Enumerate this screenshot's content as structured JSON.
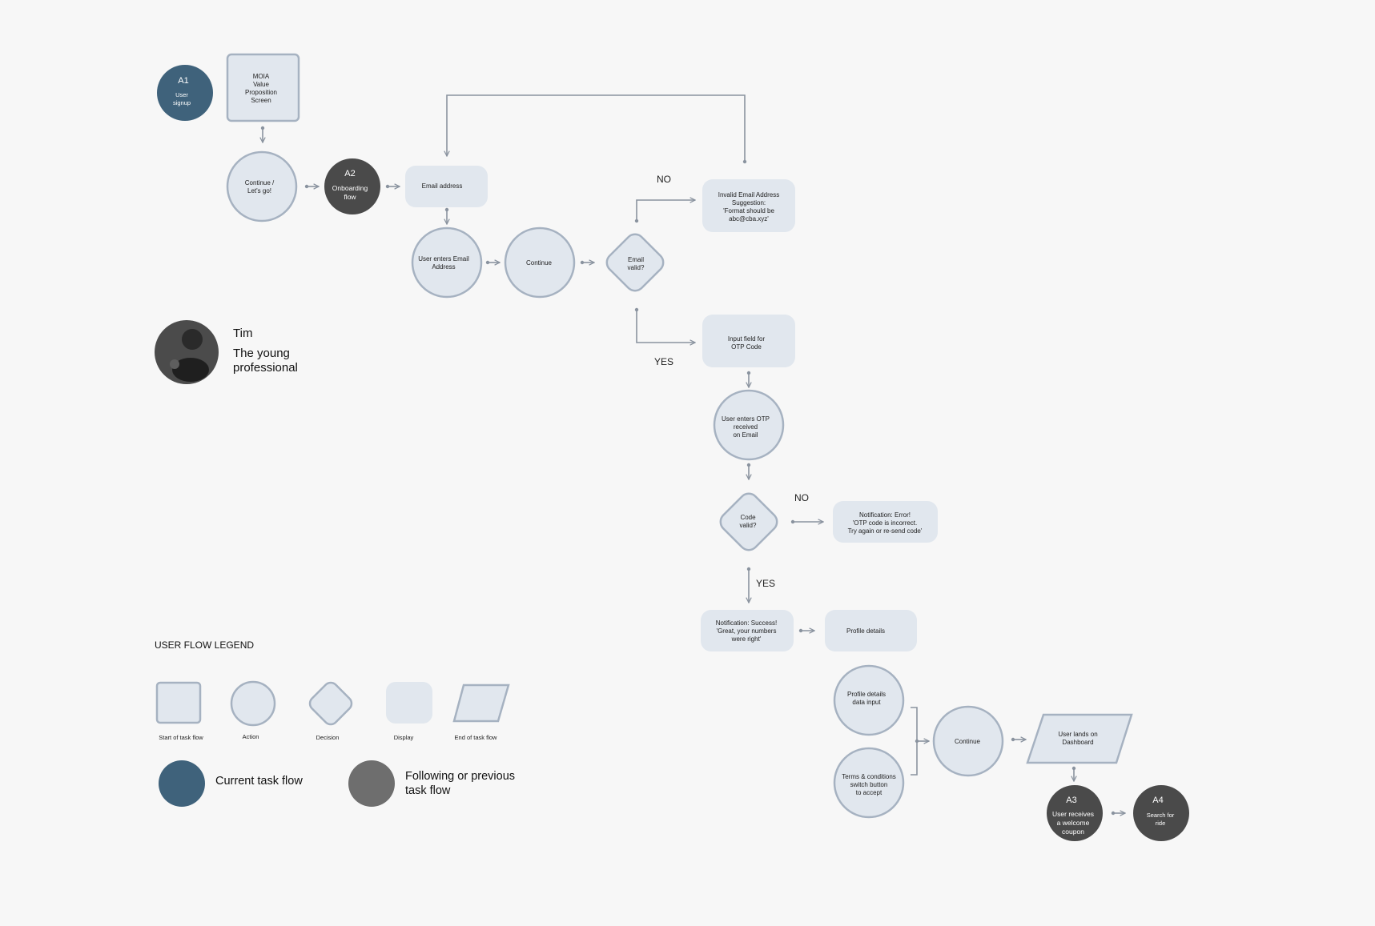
{
  "colors": {
    "node_fill": "#e1e7ee",
    "node_stroke": "#a6b2c1",
    "edge": "#8a939f",
    "current_flow": "#3f627b",
    "other_flow": "#4a4a4a",
    "other_flow_legend": "#6e6e6e"
  },
  "nodes": {
    "a1": {
      "code": "A1",
      "lines": [
        "User",
        "signup"
      ]
    },
    "value_prop": {
      "lines": [
        "MOIA",
        "Value",
        "Proposition",
        "Screen"
      ]
    },
    "continue1": {
      "lines": [
        "Continue /",
        "Let's go!"
      ]
    },
    "a2": {
      "code": "A2",
      "lines": [
        "Onboarding",
        "flow"
      ]
    },
    "email_address": {
      "lines": [
        "Email address"
      ]
    },
    "enter_email": {
      "lines": [
        "User enters Email",
        "Address"
      ]
    },
    "continue2": {
      "lines": [
        "Continue"
      ]
    },
    "email_valid": {
      "lines": [
        "Email",
        "valid?"
      ]
    },
    "invalid_email": {
      "lines": [
        "Invalid Email Address",
        "Suggestion:",
        "'Format should be",
        "abc@cba.xyz'"
      ]
    },
    "otp_field": {
      "lines": [
        "Input field for",
        "OTP Code"
      ]
    },
    "enter_otp": {
      "lines": [
        "User enters OTP",
        "received",
        "on Email"
      ]
    },
    "code_valid": {
      "lines": [
        "Code",
        "valid?"
      ]
    },
    "otp_error": {
      "lines": [
        "Notification: Error!",
        "'OTP code is incorrect.",
        "Try again or re-send code'"
      ]
    },
    "success": {
      "lines": [
        "Notification: Success!",
        "'Great, your numbers",
        "were right'"
      ]
    },
    "profile_details": {
      "lines": [
        "Profile details"
      ]
    },
    "profile_input": {
      "lines": [
        "Profile details",
        "data input"
      ]
    },
    "terms": {
      "lines": [
        "Terms & conditions",
        "switch button",
        "to accept"
      ]
    },
    "continue3": {
      "lines": [
        "Continue"
      ]
    },
    "dashboard": {
      "lines": [
        "User lands on",
        "Dashboard"
      ]
    },
    "a3": {
      "code": "A3",
      "lines": [
        "User receives",
        "a welcome",
        "coupon"
      ]
    },
    "a4": {
      "code": "A4",
      "lines": [
        "Search for",
        "ride"
      ]
    }
  },
  "edge_labels": {
    "email_no": "NO",
    "email_yes": "YES",
    "code_no": "NO",
    "code_yes": "YES"
  },
  "persona": {
    "name": "Tim",
    "role_lines": [
      "The young",
      "professional"
    ]
  },
  "legend": {
    "title": "USER FLOW LEGEND",
    "shapes": [
      {
        "shape": "rounded-square",
        "label": "Start of task flow"
      },
      {
        "shape": "circle",
        "label": "Action"
      },
      {
        "shape": "diamond",
        "label": "Decision"
      },
      {
        "shape": "rounded-rect",
        "label": "Display"
      },
      {
        "shape": "parallelogram",
        "label": "End of task flow"
      }
    ],
    "current_flow": "Current task flow",
    "other_flow_lines": [
      "Following or previous",
      "task flow"
    ]
  }
}
